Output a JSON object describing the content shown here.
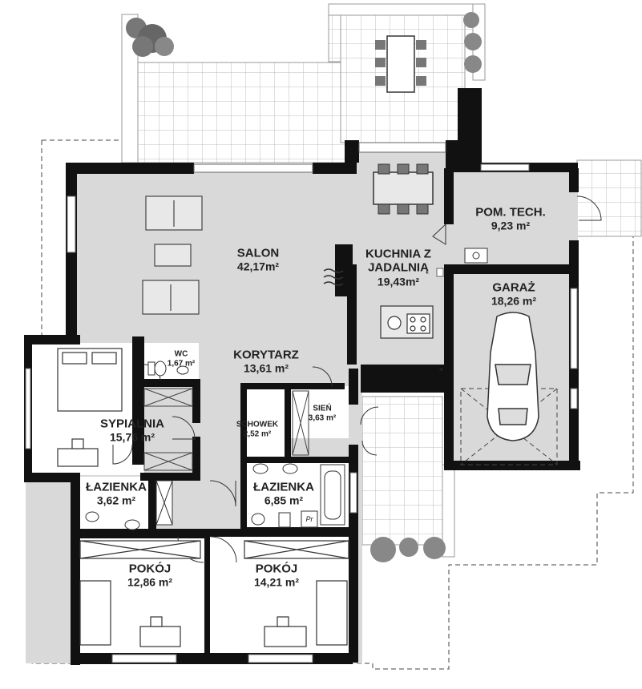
{
  "rooms": {
    "salon": {
      "name": "SALON",
      "area": "42,17m²"
    },
    "kuchnia": {
      "name1": "KUCHNIA Z",
      "name2": "JADALNIĄ",
      "area": "19,43m²"
    },
    "pom_tech": {
      "name": "POM. TECH.",
      "area": "9,23 m²"
    },
    "garaz": {
      "name": "GARAŻ",
      "area": "18,26 m²"
    },
    "korytarz": {
      "name": "KORYTARZ",
      "area": "13,61 m²"
    },
    "wc": {
      "name": "WC",
      "area": "1,67 m²"
    },
    "sypialnia": {
      "name": "SYPIALNIA",
      "area": "15,76 m²"
    },
    "schowek": {
      "name": "SCHOWEK",
      "area": "2,52 m²"
    },
    "sien": {
      "name": "SIEŃ",
      "area": "3,63 m²"
    },
    "lazienka_small": {
      "name": "ŁAZIENKA",
      "area": "3,62 m²"
    },
    "lazienka_big": {
      "name": "ŁAZIENKA",
      "area": "6,85 m²"
    },
    "pokoj_left": {
      "name": "POKÓJ",
      "area": "12,86 m²"
    },
    "pokoj_right": {
      "name": "POKÓJ",
      "area": "14,21 m²"
    }
  },
  "fixtures": {
    "pralka_label": "Pr"
  },
  "colors": {
    "floor": "#d9d9d9",
    "wall": "#111111",
    "terrace": "#ffffff",
    "grid": "#bdbdbd"
  }
}
